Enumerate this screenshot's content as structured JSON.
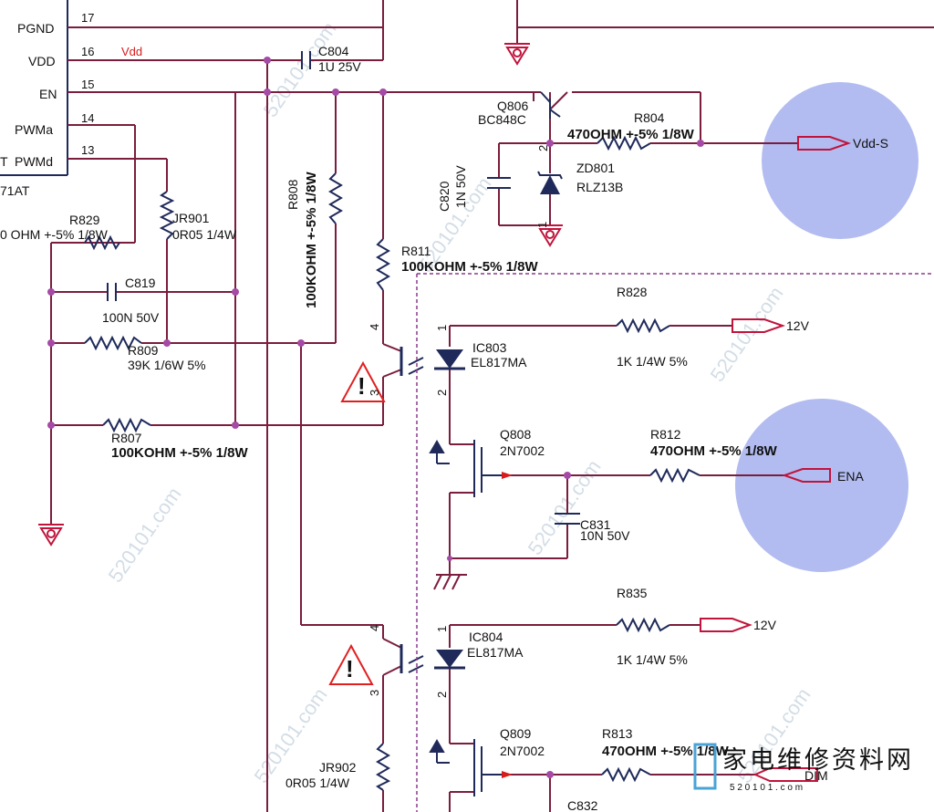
{
  "ic_pins": [
    {
      "num": "17",
      "name": "PGND"
    },
    {
      "num": "16",
      "name": "VDD"
    },
    {
      "num": "15",
      "name": "EN"
    },
    {
      "num": "14",
      "name": "PWMa"
    },
    {
      "num": "13",
      "name": "PWMd"
    }
  ],
  "ic_fragment_T": "T",
  "ic_part": "71AT",
  "net_vdd": "Vdd",
  "components": {
    "c804": {
      "ref": "C804",
      "value": "1U 25V"
    },
    "r829": {
      "ref": "R829",
      "value": "0 OHM +-5% 1/8W"
    },
    "jr901": {
      "ref": "JR901",
      "value": "0R05 1/4W"
    },
    "c819": {
      "ref": "C819",
      "value": "100N 50V"
    },
    "r809": {
      "ref": "R809",
      "value": "39K 1/6W 5%"
    },
    "r807": {
      "ref": "R807",
      "value": "100KOHM +-5% 1/8W"
    },
    "r808": {
      "ref": "R808",
      "value": "100KOHM +-5% 1/8W"
    },
    "r811": {
      "ref": "R811",
      "value": "100KOHM +-5% 1/8W"
    },
    "q806": {
      "ref": "Q806",
      "value": "BC848C"
    },
    "r804": {
      "ref": "R804",
      "value": "470OHM +-5% 1/8W"
    },
    "zd801": {
      "ref": "ZD801",
      "value": "RLZ13B"
    },
    "c820": {
      "ref": "C820",
      "value": "1N 50V"
    },
    "ic803": {
      "ref": "IC803",
      "value": "EL817MA"
    },
    "r828": {
      "ref": "R828",
      "value": "1K 1/4W 5%"
    },
    "q808": {
      "ref": "Q808",
      "value": "2N7002"
    },
    "r812": {
      "ref": "R812",
      "value": "470OHM +-5% 1/8W"
    },
    "c831": {
      "ref": "C831",
      "value": "10N 50V"
    },
    "ic804": {
      "ref": "IC804",
      "value": "EL817MA"
    },
    "r835": {
      "ref": "R835",
      "value": "1K 1/4W 5%"
    },
    "q809": {
      "ref": "Q809",
      "value": "2N7002"
    },
    "r813": {
      "ref": "R813",
      "value": "470OHM +-5% 1/8W"
    },
    "jr902": {
      "ref": "JR902",
      "value": "0R05 1/4W"
    },
    "c832": {
      "ref": "C832"
    }
  },
  "ports": {
    "vdd_s": "Vdd-S",
    "ena": "ENA",
    "v12_a": "12V",
    "v12_b": "12V",
    "dim": "DIM"
  },
  "pin_numbers": {
    "q806_2": "2",
    "zd801_1": "1",
    "ic803_4": "4",
    "ic803_3": "3",
    "ic803_1": "1",
    "ic803_2": "2",
    "ic804_4": "4",
    "ic804_3": "3",
    "ic804_1": "1",
    "ic804_2": "2"
  },
  "watermark": {
    "text": "520101.com",
    "logo": "家电维修资料网",
    "logo_url": "5 2 0 1 0 1 . c o m"
  },
  "colors": {
    "wire": "#7b1d3c",
    "port": "#c0143c",
    "highlight": "#7f90e6",
    "warning": "#e02020",
    "dashed": "#8a3a8a",
    "junction": "#a54aa5"
  }
}
